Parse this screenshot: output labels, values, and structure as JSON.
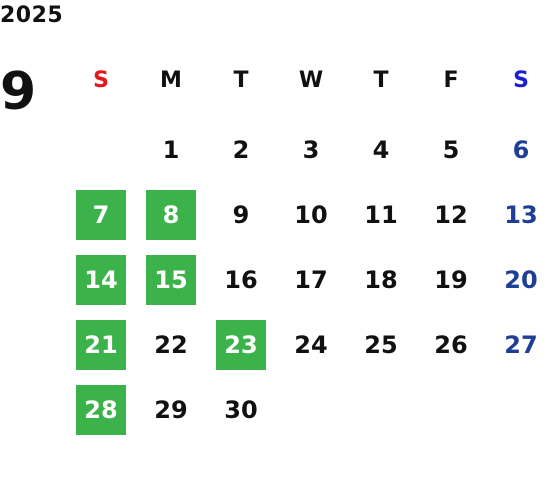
{
  "calendar": {
    "year": "2025",
    "month": "9",
    "weekdays": [
      "S",
      "M",
      "T",
      "W",
      "T",
      "F",
      "S"
    ],
    "holiday_color": "#3bb34a",
    "sunday_header_color": "#e8141e",
    "saturday_header_color": "#1a1fd6",
    "saturday_date_color": "#1e3f94",
    "weeks": [
      [
        "",
        "1",
        "2",
        "3",
        "4",
        "5",
        "6"
      ],
      [
        "7",
        "8",
        "9",
        "10",
        "11",
        "12",
        "13"
      ],
      [
        "14",
        "15",
        "16",
        "17",
        "18",
        "19",
        "20"
      ],
      [
        "21",
        "22",
        "23",
        "24",
        "25",
        "26",
        "27"
      ],
      [
        "28",
        "29",
        "30",
        "",
        "",
        "",
        ""
      ]
    ],
    "highlighted_days": [
      "7",
      "8",
      "14",
      "15",
      "21",
      "23",
      "28"
    ]
  }
}
